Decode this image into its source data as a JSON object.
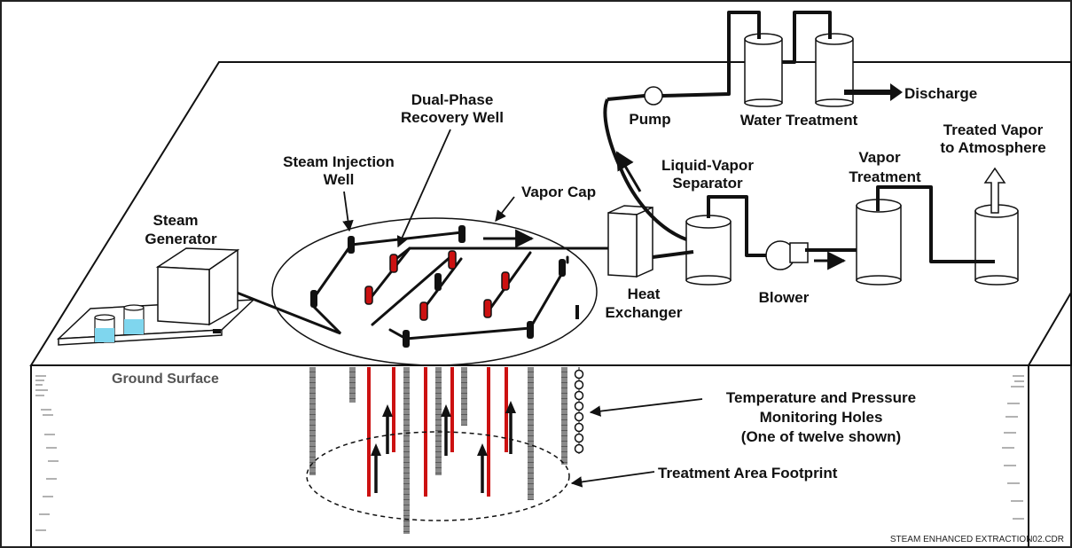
{
  "labels": {
    "dual_phase_1": "Dual-Phase",
    "dual_phase_2": "Recovery Well",
    "steam_injection_1": "Steam Injection",
    "steam_injection_2": "Well",
    "steam_gen_1": "Steam",
    "steam_gen_2": "Generator",
    "vapor_cap": "Vapor Cap",
    "pump": "Pump",
    "water_treatment": "Water Treatment",
    "discharge": "Discharge",
    "treated_vapor_1": "Treated Vapor",
    "treated_vapor_2": "to Atmosphere",
    "lv_sep_1": "Liquid-Vapor",
    "lv_sep_2": "Separator",
    "vapor_treatment_1": "Vapor",
    "vapor_treatment_2": "Treatment",
    "heat_exchanger_1": "Heat",
    "heat_exchanger_2": "Exchanger",
    "blower": "Blower",
    "ground_surface": "Ground Surface",
    "temp_pressure_1": "Temperature and Pressure",
    "temp_pressure_2": "Monitoring Holes",
    "temp_pressure_3": "(One of twelve shown)",
    "footprint": "Treatment Area Footprint",
    "filename": "STEAM ENHANCED EXTRACTION02.CDR"
  },
  "colors": {
    "ink": "#111111",
    "recovery_well_red": "#cc1111",
    "steel_gray": "#8a8a8a",
    "water_blue": "#7fd6ee"
  }
}
